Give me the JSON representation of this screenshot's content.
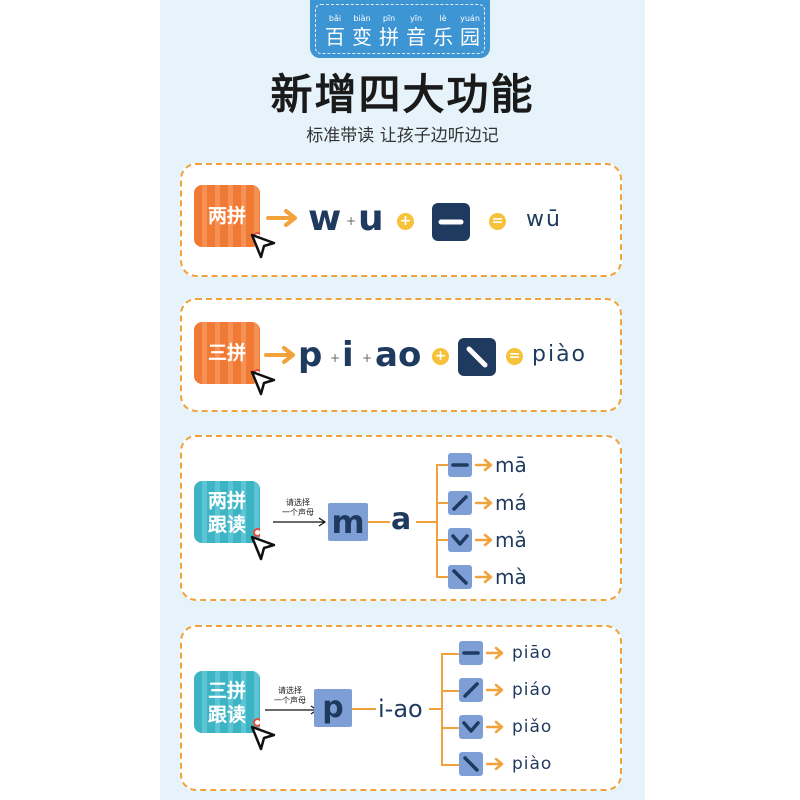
{
  "colors": {
    "bg": "#e6f3fb",
    "badge": "#3e95d3",
    "orange": "#f07a33",
    "teal": "#3db4c4",
    "dark_blue": "#1e3a5f",
    "light_box": "#7e9fd6",
    "accent_yellow": "#f7c13a",
    "dash_border": "#f2a23c"
  },
  "badge": {
    "pinyin": [
      "bǎi",
      "biàn",
      "pīn",
      "yīn",
      "lè",
      "yuán"
    ],
    "chars": [
      "百",
      "变",
      "拼",
      "音",
      "乐",
      "园"
    ]
  },
  "title": "新增四大功能",
  "subtitle": "标准带读 让孩子边听边记",
  "card1": {
    "button": "两拼",
    "letters": [
      "w",
      "u"
    ],
    "plus": "+",
    "result": "wū",
    "tone_icon": "tone-flat-icon"
  },
  "card2": {
    "button": "三拼",
    "letters": [
      "p",
      "i",
      "ao"
    ],
    "plus": "+",
    "result": "piào",
    "tone_icon": "tone-falling-icon"
  },
  "card3": {
    "button_line1": "两拼",
    "button_line2": "跟读",
    "hint_line1": "请选择",
    "hint_line2": "一个声母",
    "initial": "m",
    "final": "a",
    "results": [
      "mā",
      "má",
      "mǎ",
      "mà"
    ]
  },
  "card4": {
    "button_line1": "三拼",
    "button_line2": "跟读",
    "hint_line1": "请选择",
    "hint_line2": "一个声母",
    "initial": "p",
    "final": "i-ao",
    "results": [
      "piāo",
      "piáo",
      "piǎo",
      "piào"
    ]
  }
}
